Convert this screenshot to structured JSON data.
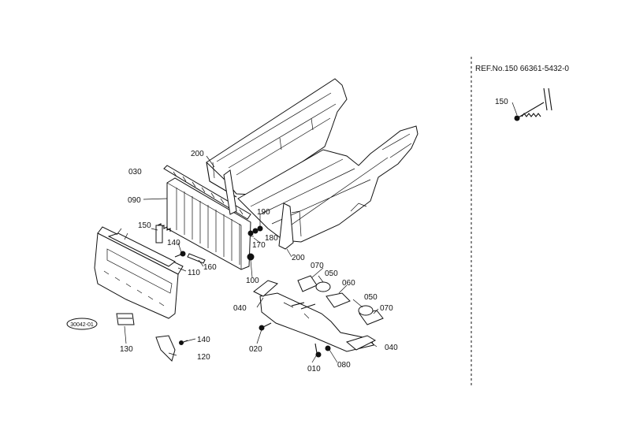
{
  "reference": {
    "text": "REF.No.150 66361-5432-0"
  },
  "badge": {
    "text": "30042-01"
  },
  "part_labels": [
    "030",
    "090",
    "200",
    "190",
    "180",
    "170",
    "200",
    "150",
    "140",
    "110",
    "160",
    "100",
    "070",
    "050",
    "060",
    "050",
    "070",
    "040",
    "040",
    "020",
    "010",
    "080",
    "130",
    "140",
    "120"
  ],
  "ref_part_label": "150"
}
